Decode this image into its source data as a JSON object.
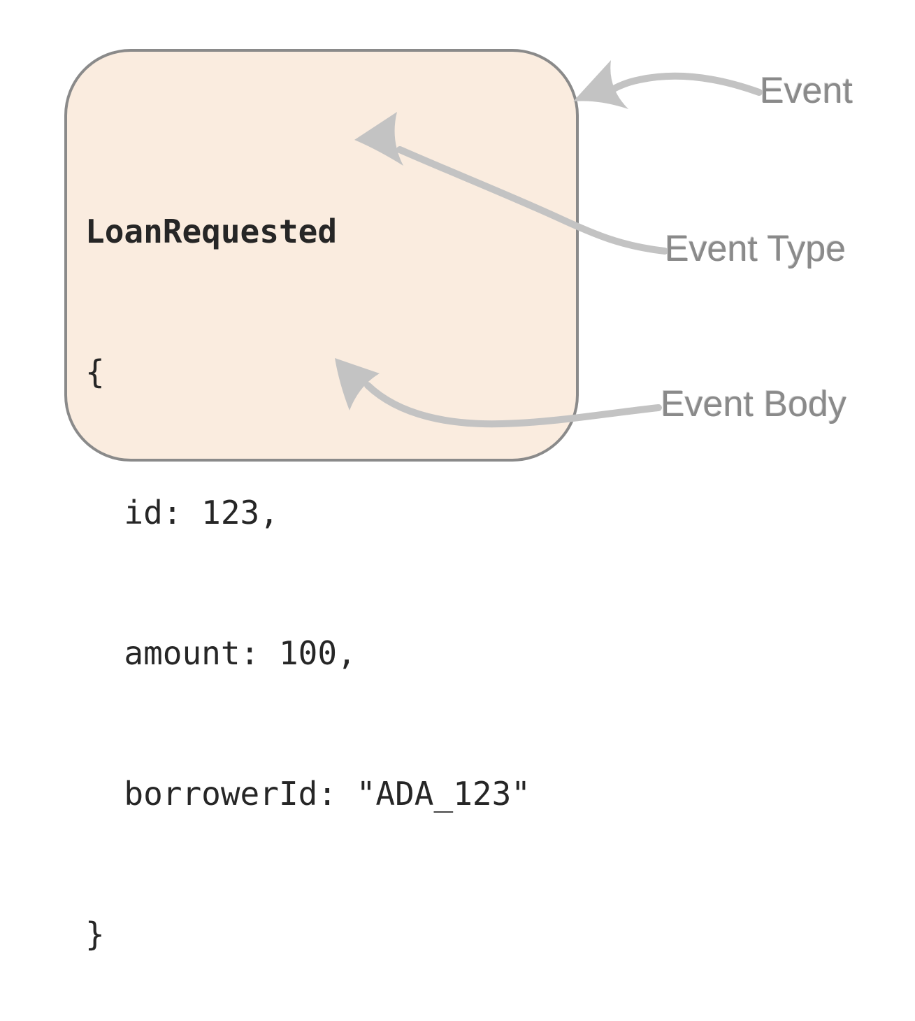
{
  "colors": {
    "background": "#FFFFFF",
    "box_fill": "#FAECDF",
    "box_border": "#8A8A8A",
    "arrow": "#C3C3C3",
    "label_text": "#8A8A8A",
    "code_text": "#262626"
  },
  "event_card": {
    "event_type": "LoanRequested",
    "body_lines": [
      "{",
      "  id: 123,",
      "  amount: 100,",
      "  borrowerId: \"ADA_123\"",
      "}"
    ],
    "fields": {
      "id": 123,
      "amount": 100,
      "borrowerId": "ADA_123"
    }
  },
  "annotations": [
    {
      "label": "Event"
    },
    {
      "label": "Event Type"
    },
    {
      "label": "Event Body"
    }
  ]
}
